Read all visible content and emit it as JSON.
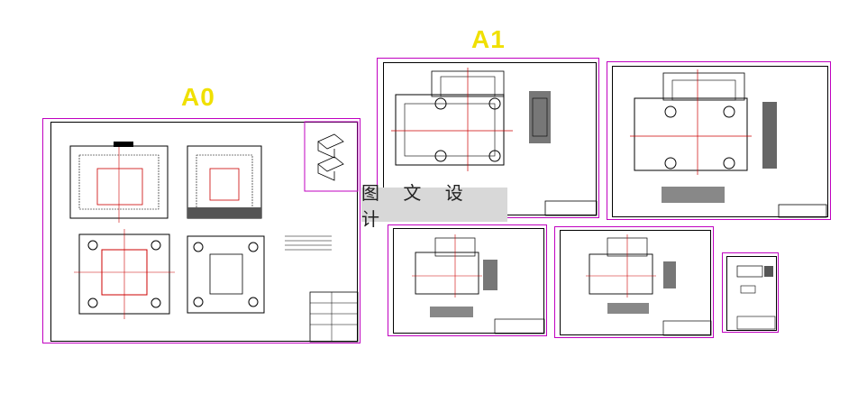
{
  "labels": {
    "a0": "A0",
    "a1": "A1"
  },
  "watermark": "图 文 设 计",
  "colors": {
    "sheet_border": "#c000c0",
    "label": "#f0e000",
    "centerline": "#e00000",
    "drawing": "#000000"
  },
  "sheets": [
    {
      "id": "a0-assembly",
      "kind": "assembly drawing"
    },
    {
      "id": "a1-part-1",
      "kind": "part drawing"
    },
    {
      "id": "a1-part-2",
      "kind": "part drawing"
    },
    {
      "id": "a1-part-3",
      "kind": "part drawing"
    },
    {
      "id": "a1-part-4",
      "kind": "part drawing"
    },
    {
      "id": "a1-part-5",
      "kind": "part drawing"
    }
  ]
}
